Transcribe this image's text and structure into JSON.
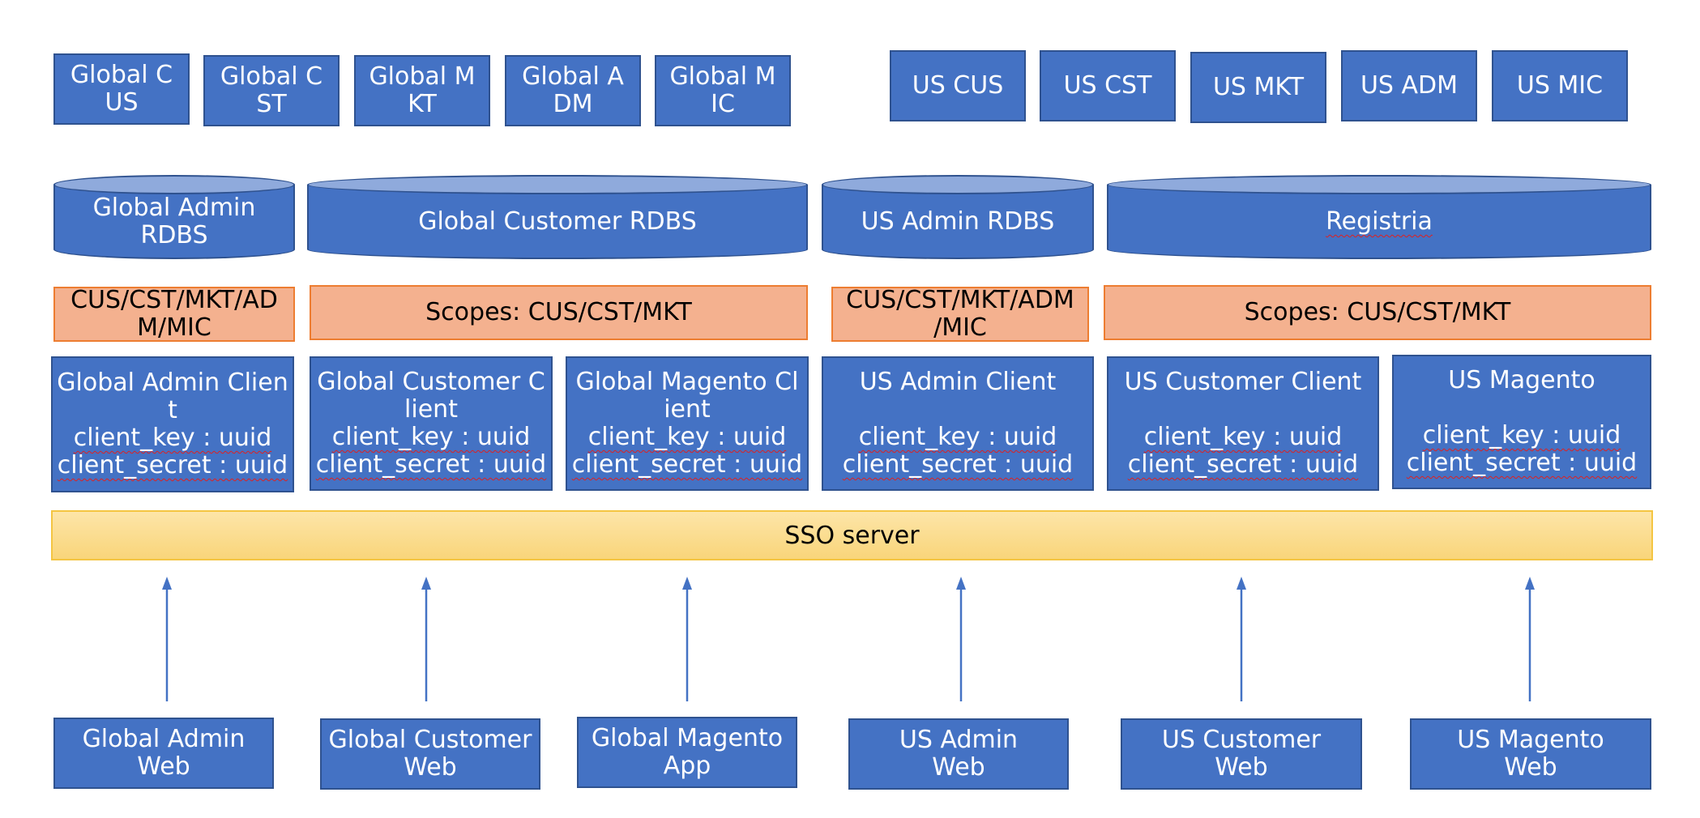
{
  "roles_row": {
    "global": [
      {
        "lines": [
          "Global C",
          "US"
        ]
      },
      {
        "lines": [
          "Global C",
          "ST"
        ]
      },
      {
        "lines": [
          "Global M",
          "KT"
        ]
      },
      {
        "lines": [
          "Global A",
          "DM"
        ]
      },
      {
        "lines": [
          "Global M",
          "IC"
        ]
      }
    ],
    "us": [
      {
        "lines": [
          "US CUS"
        ]
      },
      {
        "lines": [
          "US CST"
        ]
      },
      {
        "lines": [
          "US MKT"
        ]
      },
      {
        "lines": [
          "US ADM"
        ]
      },
      {
        "lines": [
          "US MIC"
        ]
      }
    ]
  },
  "databases": [
    {
      "lines": [
        "Global Admin",
        "RDBS"
      ]
    },
    {
      "lines": [
        "Global Customer RDBS"
      ]
    },
    {
      "lines": [
        "US Admin RDBS"
      ]
    },
    {
      "lines": [
        "Registria"
      ]
    }
  ],
  "scopes": [
    {
      "lines": [
        "CUS/CST/MKT/AD",
        "M/MIC"
      ]
    },
    {
      "lines": [
        "Scopes: CUS/CST/MKT"
      ]
    },
    {
      "lines": [
        "CUS/CST/MKT/ADM",
        "/MIC"
      ]
    },
    {
      "lines": [
        "Scopes: CUS/CST/MKT"
      ]
    }
  ],
  "clients": [
    {
      "lines": [
        "Global Admin Clien",
        "t",
        "client_key : uuid",
        "client_secret : uuid"
      ]
    },
    {
      "lines": [
        "Global Customer C",
        "lient",
        "client_key : uuid",
        "client_secret : uuid"
      ]
    },
    {
      "lines": [
        "Global Magento Cl",
        "ient",
        "client_key : uuid",
        "client_secret : uuid"
      ]
    },
    {
      "lines": [
        "US Admin Client",
        "",
        "client_key : uuid",
        "client_secret : uuid"
      ]
    },
    {
      "lines": [
        "US Customer Client",
        "",
        "client_key : uuid",
        "client_secret : uuid"
      ]
    },
    {
      "lines": [
        "US Magento",
        "",
        "client_key : uuid",
        "client_secret : uuid"
      ]
    }
  ],
  "sso": {
    "label": "SSO server"
  },
  "apps": [
    {
      "lines": [
        "Global Admin",
        "Web"
      ]
    },
    {
      "lines": [
        "Global Customer",
        "Web"
      ]
    },
    {
      "lines": [
        "Global Magento",
        "App"
      ]
    },
    {
      "lines": [
        "US Admin",
        "Web"
      ]
    },
    {
      "lines": [
        "US Customer",
        "Web"
      ]
    },
    {
      "lines": [
        "US Magento",
        "Web"
      ]
    }
  ],
  "colors": {
    "box": "#4472c4",
    "box_border": "#2f528f",
    "scope": "#f4b18f",
    "scope_border": "#ed7d31",
    "sso": "#f9d57a",
    "arrow": "#4472c4"
  }
}
